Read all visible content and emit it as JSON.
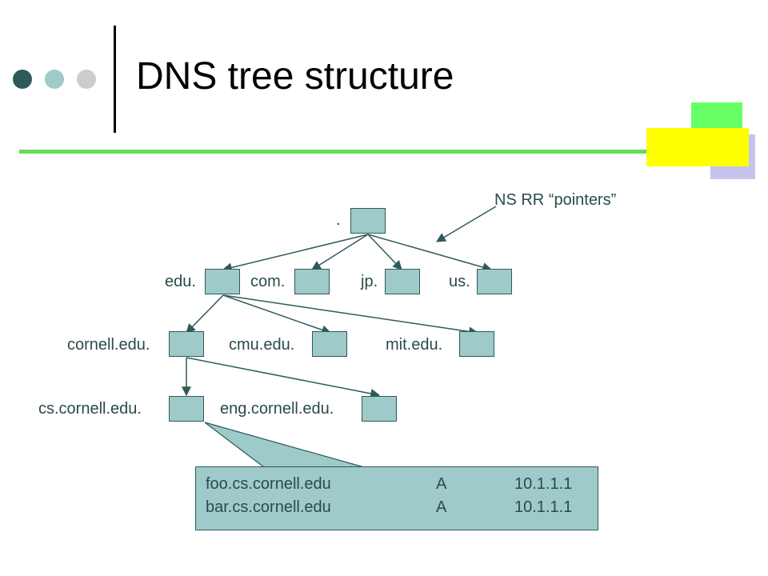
{
  "slide": {
    "title": "DNS tree structure",
    "annotation": "NS RR “pointers”",
    "colors": {
      "node_fill": "#9fcaca",
      "node_border": "#2f5a5c",
      "accent_line": "#66dd55",
      "deco_green": "#66ff66",
      "deco_yellow": "#ffff00",
      "deco_lavender": "#c4c4ee",
      "dot_dark": "#2f5a5c",
      "dot_teal": "#9fcaca",
      "dot_gray": "#cccccc"
    }
  },
  "tree": {
    "root": ".",
    "tld": [
      "edu.",
      "com.",
      "jp.",
      "us."
    ],
    "edu_children": [
      "cornell.edu.",
      "cmu.edu.",
      "mit.edu."
    ],
    "cornell_children": [
      "cs.cornell.edu.",
      "eng.cornell.edu."
    ]
  },
  "records": [
    {
      "name": "foo.cs.cornell.edu",
      "type": "A",
      "value": "10.1.1.1"
    },
    {
      "name": "bar.cs.cornell.edu",
      "type": "A",
      "value": "10.1.1.1"
    }
  ]
}
